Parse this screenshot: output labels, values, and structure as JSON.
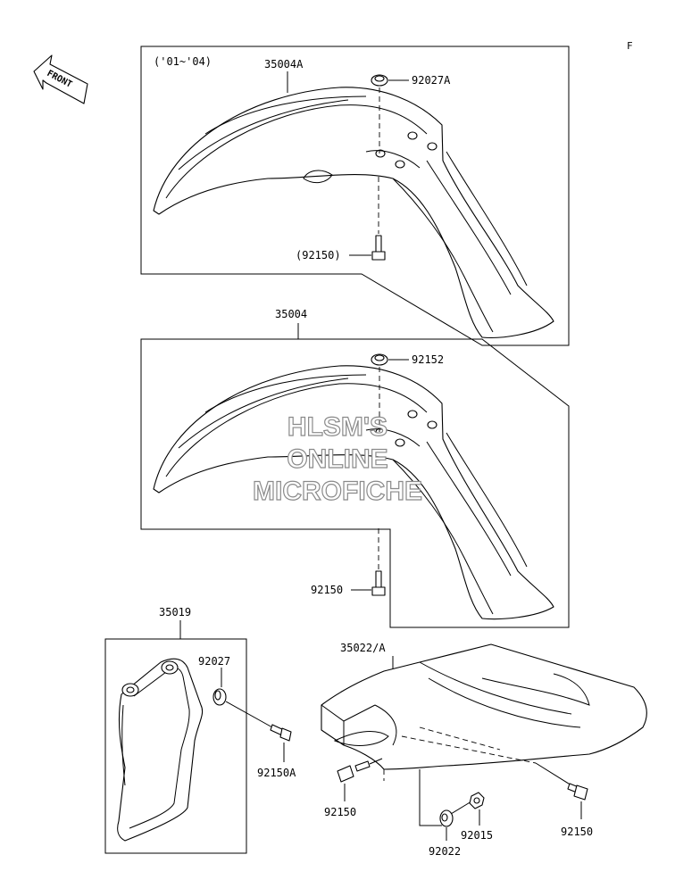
{
  "corner_mark": "F",
  "front_arrow_text": "FRONT",
  "year_note": "('01~'04)",
  "watermark": [
    "HLSM'S",
    "ONLINE",
    "MICROFICHE"
  ],
  "labels": {
    "fender_a": "35004A",
    "washer_a": "92027A",
    "bolt_top": "(92150)",
    "fender": "35004",
    "washer_mid": "92152",
    "bolt_mid": "92150",
    "guard": "35019",
    "washer_guard": "92027",
    "bolt_guard": "92150A",
    "rear_fender": "35022/A",
    "bolt_rear_left": "92150",
    "washer_rear": "92022",
    "nut_rear": "92015",
    "bolt_rear_right": "92150"
  }
}
